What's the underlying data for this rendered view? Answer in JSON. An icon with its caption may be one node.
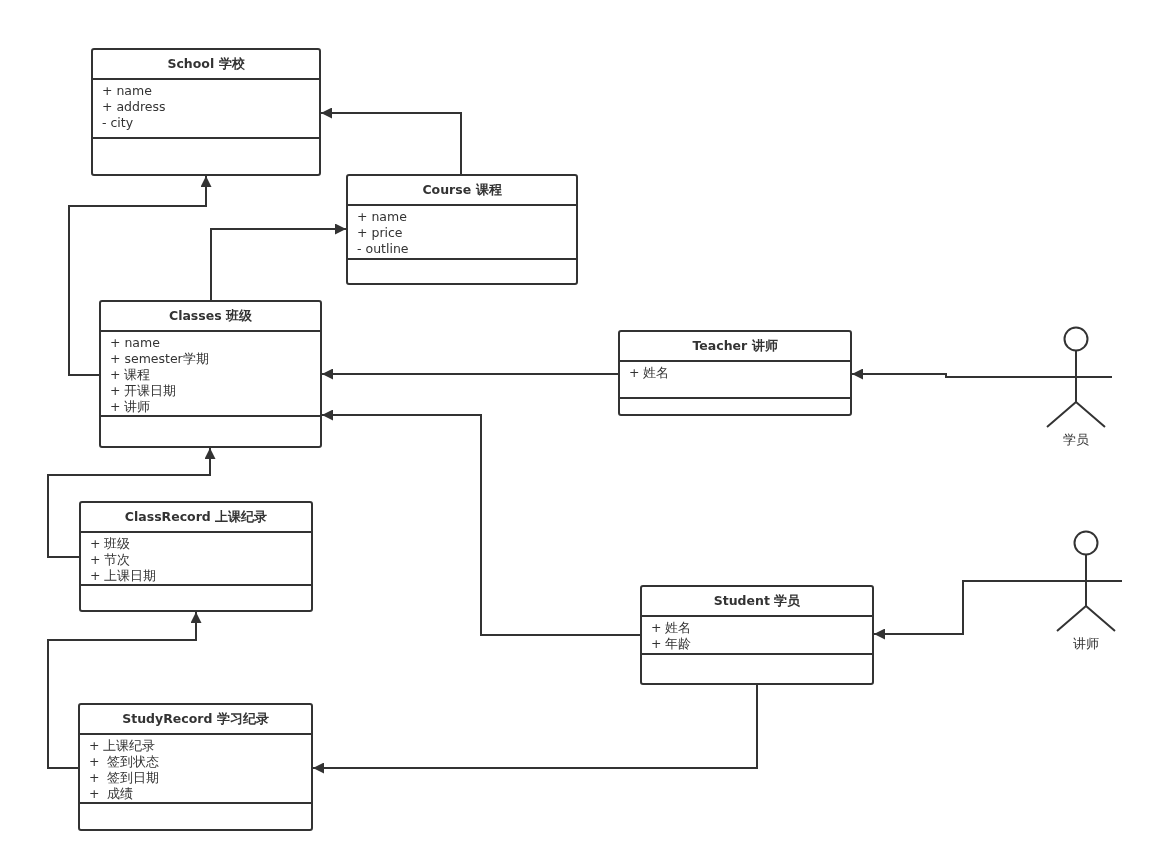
{
  "diagram": {
    "nodes": [
      {
        "text": [
          "School 学校",
          "+ name",
          "+ address",
          "- city"
        ]
      },
      {
        "text": [
          "Course 课程",
          "+ name",
          "+ price",
          "- outline"
        ]
      },
      {
        "text": [
          "Classes 班级",
          "+ name",
          "+ semester学期",
          "+ 课程",
          "+ 开课日期",
          "+ 讲师"
        ]
      },
      {
        "text": [
          "Teacher 讲师",
          "+ 姓名"
        ]
      },
      {
        "text": [],
        "shape": "person",
        "beside": [
          "学员"
        ]
      },
      {
        "text": [
          "ClassRecord 上课纪录",
          "+ 班级",
          "+ 节次",
          "+ 上课日期"
        ]
      },
      {
        "text": [],
        "shape": "person",
        "beside": [
          "讲师"
        ]
      },
      {
        "text": [
          "Student 学员",
          "+ 姓名",
          "+ 年龄"
        ]
      },
      {
        "text": [
          "StudyRecord 学习纪录",
          "+ 上课纪录",
          "+  签到状态",
          "+  签到日期",
          "+  成绩"
        ]
      }
    ],
    "edges": [
      {
        "from": 1,
        "to": 0,
        "arrow": "to"
      },
      {
        "from": 2,
        "to": 1,
        "arrow": "to"
      },
      {
        "from": 2,
        "to": 0,
        "arrow": "to"
      },
      {
        "from": 3,
        "to": 2,
        "arrow": "to"
      },
      {
        "from": 4,
        "to": 3,
        "arrow": "to"
      },
      {
        "from": 7,
        "to": 2,
        "arrow": "to"
      },
      {
        "from": 5,
        "to": 2,
        "arrow": "to"
      },
      {
        "from": 6,
        "to": 7,
        "arrow": "to"
      },
      {
        "from": 8,
        "to": 5,
        "arrow": "to"
      },
      {
        "from": 7,
        "to": 8,
        "arrow": "to"
      }
    ]
  }
}
